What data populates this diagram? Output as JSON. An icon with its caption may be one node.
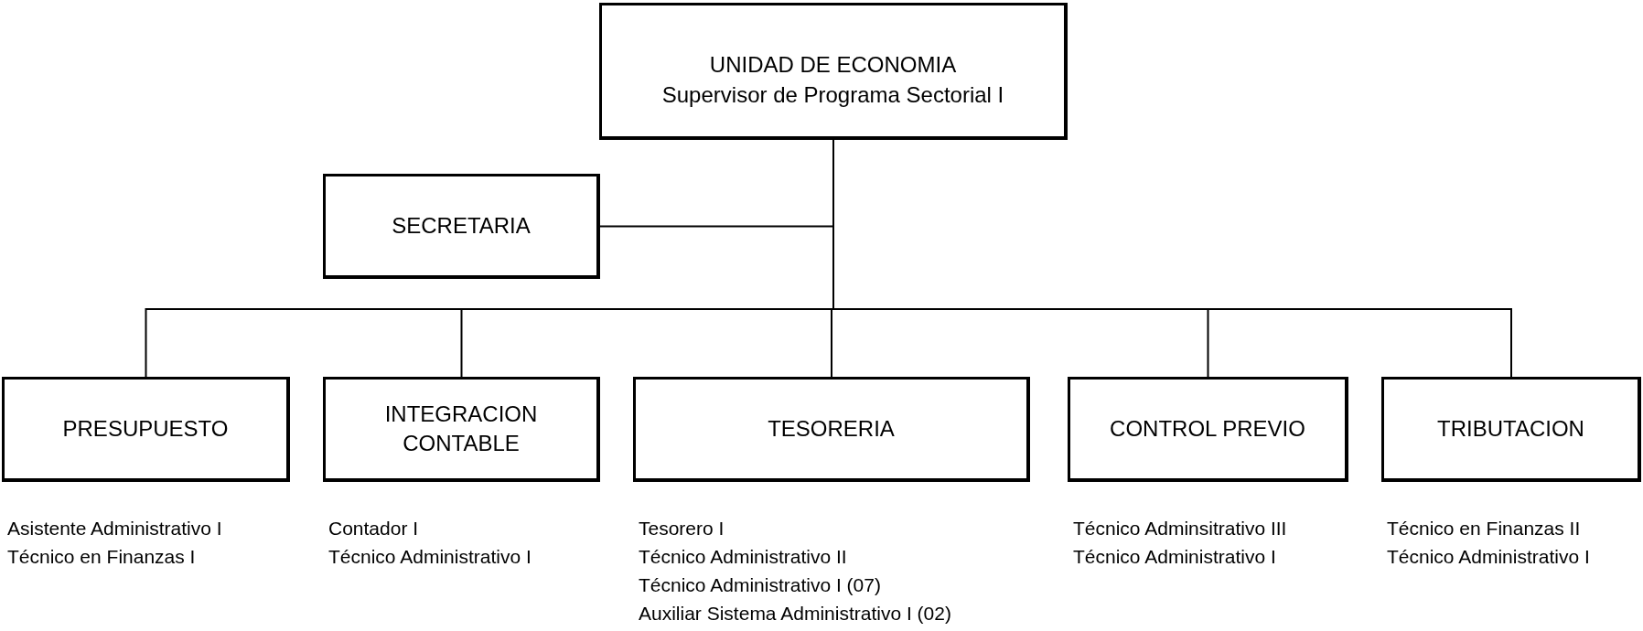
{
  "diagram": {
    "nodes": [
      {
        "text": [
          "UNIDAD DE ECONOMIA",
          "Supervisor de Programa Sectorial I"
        ]
      },
      {
        "text": [
          "SECRETARIA"
        ]
      },
      {
        "text": [
          "PRESUPUESTO"
        ],
        "beside": [
          "Asistente Administrativo I",
          "Técnico en Finanzas I"
        ]
      },
      {
        "text": [
          "INTEGRACION CONTABLE"
        ],
        "beside": [
          "Contador I",
          "Técnico Administrativo I"
        ]
      },
      {
        "text": [
          "TESORERIA"
        ],
        "beside": [
          "Tesorero I",
          "Técnico Administrativo II",
          "Técnico Administrativo I (07)",
          "Auxiliar Sistema Administrativo I (02)"
        ]
      },
      {
        "text": [
          "CONTROL PREVIO"
        ],
        "beside": [
          "Técnico Adminsitrativo III",
          "Técnico Administrativo I"
        ]
      },
      {
        "text": [
          "TRIBUTACION"
        ],
        "beside": [
          "Técnico en Finanzas II",
          "Técnico Administrativo I"
        ]
      }
    ],
    "edges": [
      {
        "from": 0,
        "to": 1,
        "arrow": "none"
      },
      {
        "from": 0,
        "to": 2,
        "arrow": "none"
      },
      {
        "from": 0,
        "to": 3,
        "arrow": "none"
      },
      {
        "from": 0,
        "to": 4,
        "arrow": "none"
      },
      {
        "from": 0,
        "to": 5,
        "arrow": "none"
      },
      {
        "from": 0,
        "to": 6,
        "arrow": "none"
      }
    ]
  }
}
